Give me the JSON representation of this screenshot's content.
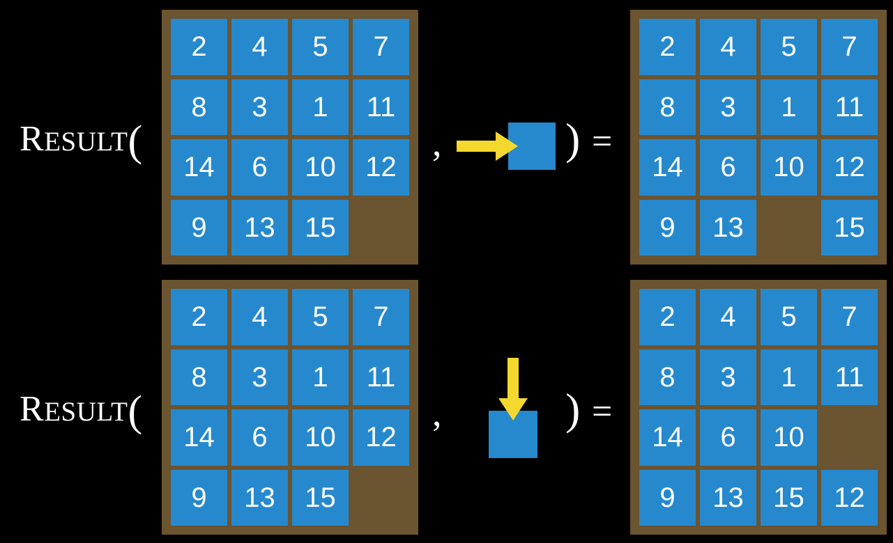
{
  "colors": {
    "background": "#000000",
    "board": "#6b5430",
    "tile": "#2689ce",
    "arrow": "#f5d82e",
    "text": "#ffffff"
  },
  "rows": [
    {
      "label": {
        "first": "R",
        "rest": "ESULT",
        "open_paren": "("
      },
      "comma": ",",
      "close_paren": ")",
      "equals": "=",
      "action": {
        "direction": "right",
        "icon": "arrow-right-icon",
        "square_label": ""
      },
      "input_board": {
        "name": "input-board-row1",
        "tiles": [
          "2",
          "4",
          "5",
          "7",
          "8",
          "3",
          "1",
          "11",
          "14",
          "6",
          "10",
          "12",
          "9",
          "13",
          "15",
          ""
        ]
      },
      "output_board": {
        "name": "output-board-row1",
        "tiles": [
          "2",
          "4",
          "5",
          "7",
          "8",
          "3",
          "1",
          "11",
          "14",
          "6",
          "10",
          "12",
          "9",
          "13",
          "",
          "15"
        ]
      }
    },
    {
      "label": {
        "first": "R",
        "rest": "ESULT",
        "open_paren": "("
      },
      "comma": ",",
      "close_paren": ")",
      "equals": "=",
      "action": {
        "direction": "down",
        "icon": "arrow-down-icon",
        "square_label": ""
      },
      "input_board": {
        "name": "input-board-row2",
        "tiles": [
          "2",
          "4",
          "5",
          "7",
          "8",
          "3",
          "1",
          "11",
          "14",
          "6",
          "10",
          "12",
          "9",
          "13",
          "15",
          ""
        ]
      },
      "output_board": {
        "name": "output-board-row2",
        "tiles": [
          "2",
          "4",
          "5",
          "7",
          "8",
          "3",
          "1",
          "11",
          "14",
          "6",
          "10",
          "",
          "9",
          "13",
          "15",
          "12"
        ]
      }
    }
  ]
}
